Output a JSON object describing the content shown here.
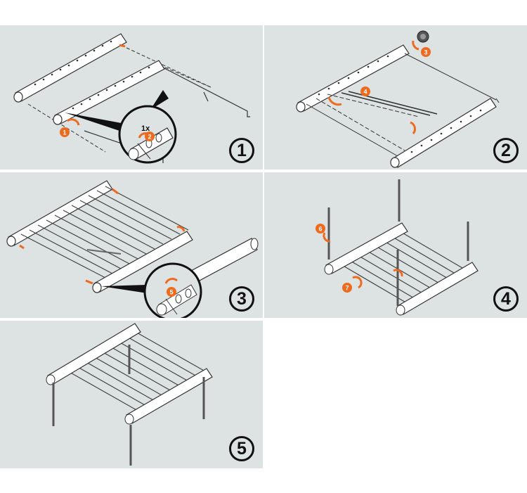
{
  "panels": [
    {
      "step_label": "1",
      "markers": [
        "1",
        "2"
      ],
      "quantity_label": "1x"
    },
    {
      "step_label": "2",
      "markers": [
        "3",
        "4"
      ]
    },
    {
      "step_label": "3",
      "markers": [
        "5"
      ]
    },
    {
      "step_label": "4",
      "markers": [
        "6",
        "7"
      ]
    },
    {
      "step_label": "5"
    }
  ],
  "colors": {
    "panel_bg": "#dde3e3",
    "accent": "#ee6a1e",
    "line": "#333333",
    "tube": "#ffffff"
  }
}
